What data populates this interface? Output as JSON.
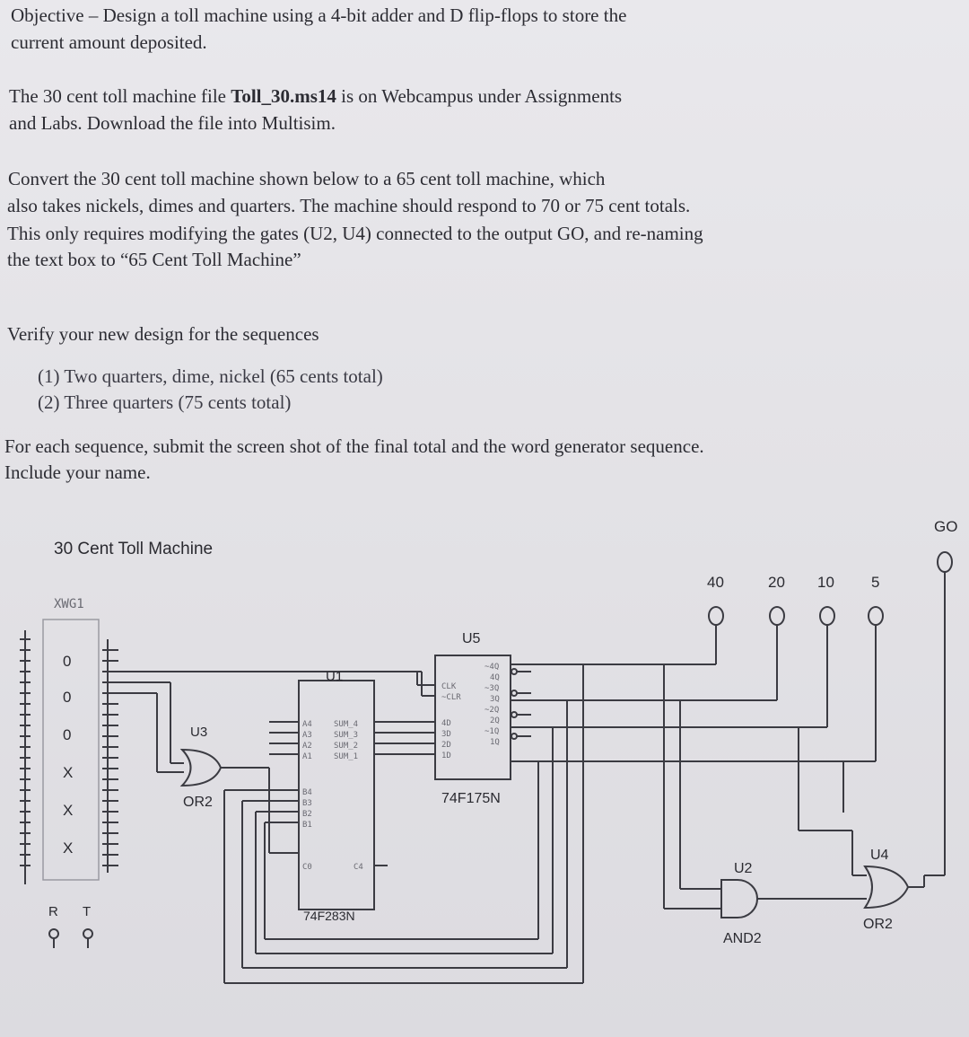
{
  "objective": {
    "line1": "Objective – Design a toll machine using a 4-bit adder and D flip-flops to store the",
    "line2": "current amount deposited."
  },
  "file_info": {
    "line1_pre": "The 30 cent toll machine file ",
    "filename": "Toll_30.ms14",
    "line1_post": " is on Webcampus under Assignments",
    "line2": "and Labs. Download the file into Multisim."
  },
  "convert": {
    "line1": "Convert the 30 cent toll machine shown below to a 65 cent toll machine, which",
    "line2": "also takes nickels, dimes and quarters. The machine should respond to 70 or 75 cent totals.",
    "line3": "This only requires modifying the gates  (U2, U4) connected to the output GO, and re-naming",
    "line4": "the text box to “65 Cent Toll Machine”"
  },
  "verify": {
    "intro": "Verify your new design for the sequences",
    "seq1": "(1) Two quarters, dime, nickel (65 cents total)",
    "seq2": "(2) Three quarters (75 cents total)"
  },
  "submit": {
    "line1": "For each sequence, submit the screen shot of the final total and the word generator sequence.",
    "line2": "Include your name."
  },
  "circuit": {
    "title": "30 Cent Toll Machine",
    "word_gen": "XWG1",
    "word_gen_values": [
      "0",
      "0",
      "0",
      "X",
      "X",
      "X"
    ],
    "word_gen_r": "R",
    "word_gen_t": "T",
    "u1_label": "U1",
    "u1_part": "74F283N",
    "u1_inputs_a": [
      "A4",
      "A3",
      "A2",
      "A1"
    ],
    "u1_outputs": [
      "SUM_4",
      "SUM_3",
      "SUM_2",
      "SUM_1"
    ],
    "u1_inputs_b": [
      "B4",
      "B3",
      "B2",
      "B1"
    ],
    "u1_c0": "C0",
    "u1_c4": "C4",
    "u3_label": "U3",
    "u3_type": "OR2",
    "u5_label": "U5",
    "u5_part": "74F175N",
    "u5_inputs": [
      "CLK",
      "~CLR",
      "4D",
      "3D",
      "2D",
      "1D"
    ],
    "u5_outputs": [
      "~4Q",
      "4Q",
      "~3Q",
      "3Q",
      "~2Q",
      "2Q",
      "~1Q",
      "1Q"
    ],
    "probes": [
      "40",
      "20",
      "10",
      "5"
    ],
    "go_label": "GO",
    "u2_label": "U2",
    "u2_type": "AND2",
    "u4_label": "U4",
    "u4_type": "OR2"
  }
}
